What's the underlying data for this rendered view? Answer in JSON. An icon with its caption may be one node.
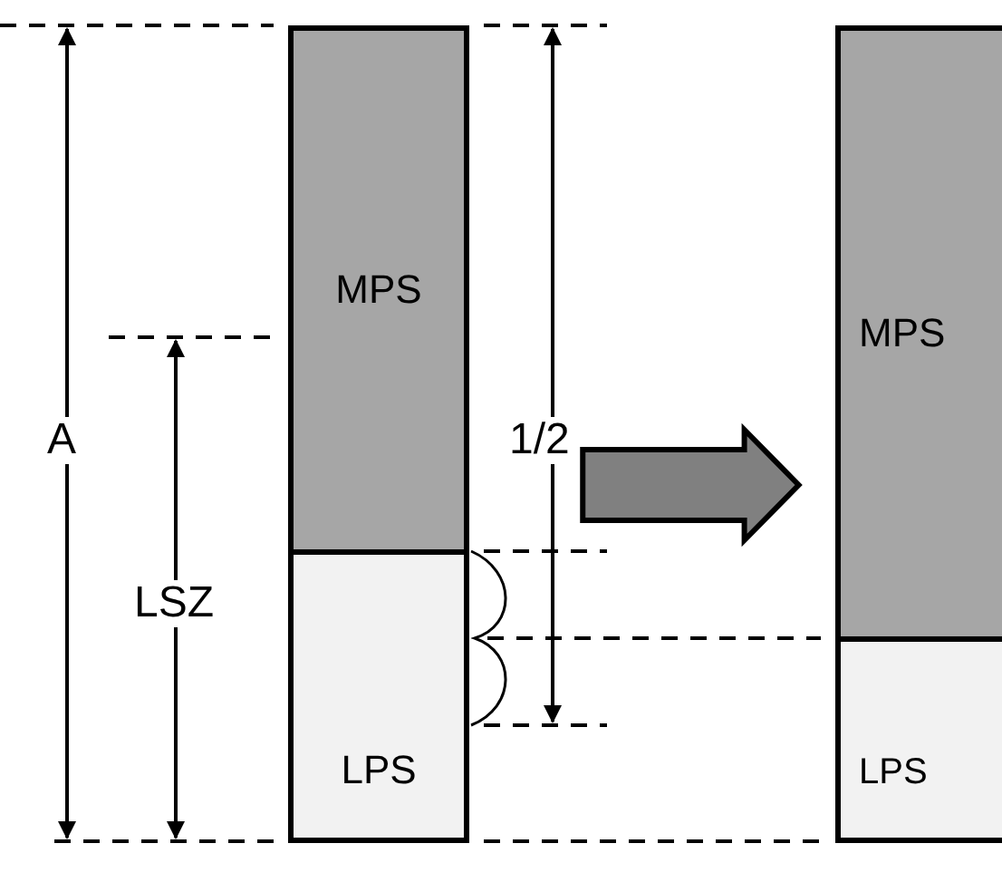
{
  "diagram": {
    "nodes": [
      {
        "text": [
          "MPS"
        ]
      },
      {
        "text": [
          "LPS"
        ]
      },
      {
        "text": [
          "MPS"
        ]
      },
      {
        "text": [
          "LPS"
        ]
      }
    ],
    "edges": [
      {
        "from": 0,
        "to": 2,
        "arrow": "to",
        "style": "thick",
        "color": "#808080"
      }
    ],
    "labels": [
      "A",
      "LSZ",
      "1/2"
    ]
  }
}
